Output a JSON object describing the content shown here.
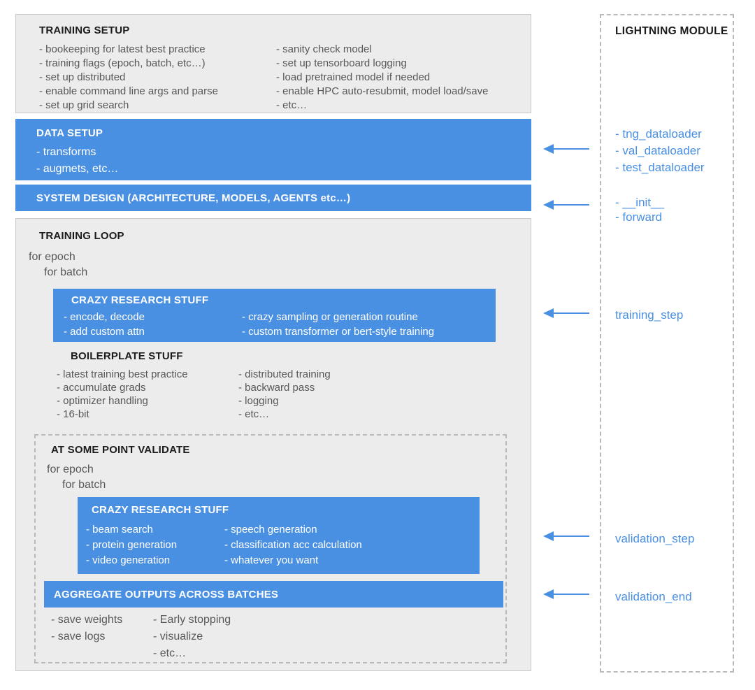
{
  "colors": {
    "accent_blue": "#4a90e2",
    "gray_fill": "#ececec",
    "gray_border": "#c9c9c9",
    "dashed_border": "#b9b9b9"
  },
  "training_setup": {
    "title": "TRAINING SETUP",
    "col1": [
      "- bookeeping for latest best practice",
      "- training flags (epoch, batch, etc…)",
      "- set up distributed",
      "- enable command line args and parse",
      "- set up grid search"
    ],
    "col2": [
      "- sanity check model",
      "- set up tensorboard logging",
      "- load pretrained model if needed",
      "- enable HPC auto-resubmit, model load/save",
      "- etc…"
    ]
  },
  "data_setup": {
    "title": "DATA SETUP",
    "items": [
      "- transforms",
      "- augmets, etc…"
    ]
  },
  "system_design": {
    "title": "SYSTEM DESIGN (ARCHITECTURE, MODELS, AGENTS etc…)"
  },
  "training_loop": {
    "title": "TRAINING LOOP",
    "loop_line1": "for epoch",
    "loop_line2": "for batch",
    "crazy_research": {
      "title": "CRAZY RESEARCH STUFF",
      "col1": [
        "- encode, decode",
        "- add custom attn"
      ],
      "col2": [
        "- crazy sampling or generation routine",
        "- custom transformer or bert-style training"
      ]
    },
    "boilerplate": {
      "title": "BOILERPLATE STUFF",
      "col1": [
        "- latest training best practice",
        "- accumulate grads",
        "- optimizer handling",
        "- 16-bit"
      ],
      "col2": [
        "- distributed training",
        "- backward pass",
        "- logging",
        "- etc…"
      ]
    },
    "validate": {
      "title": "AT SOME POINT VALIDATE",
      "loop_line1": "for epoch",
      "loop_line2": "for batch",
      "crazy_research": {
        "title": "CRAZY RESEARCH STUFF",
        "col1": [
          "- beam search",
          "- protein generation",
          "- video generation"
        ],
        "col2": [
          "- speech generation",
          "- classification acc calculation",
          "- whatever you want"
        ]
      },
      "aggregate_title": "AGGREGATE OUTPUTS ACROSS BATCHES",
      "post_col1": [
        "- save weights",
        "- save logs"
      ],
      "post_col2": [
        "- Early stopping",
        "- visualize",
        "- etc…"
      ]
    }
  },
  "lightning_module": {
    "title": "LIGHTNING MODULE",
    "dataloaders": [
      "- tng_dataloader",
      "- val_dataloader",
      "- test_dataloader"
    ],
    "init_forward": [
      "- __init__",
      "- forward"
    ],
    "training_step": "training_step",
    "validation_step": "validation_step",
    "validation_end": "validation_end"
  }
}
